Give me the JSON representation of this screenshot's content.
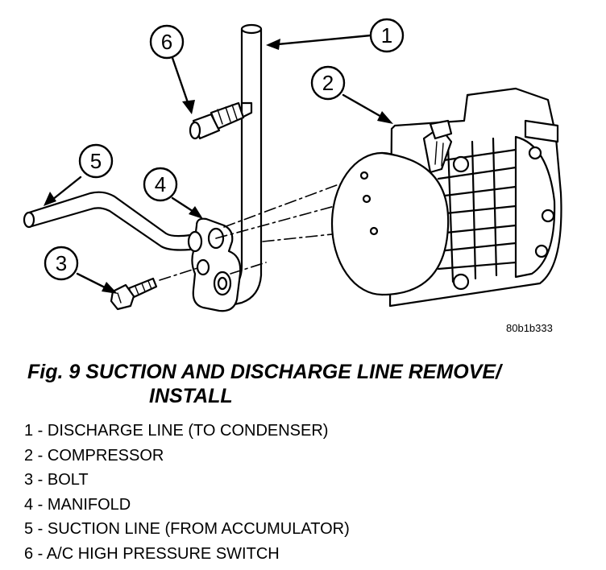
{
  "figure": {
    "image_code": "80b1b333",
    "title_line1": "Fig. 9 SUCTION AND DISCHARGE LINE REMOVE/",
    "title_line2": "INSTALL"
  },
  "callouts": [
    "1",
    "2",
    "3",
    "4",
    "5",
    "6"
  ],
  "legend": [
    "1 - DISCHARGE LINE (TO CONDENSER)",
    "2 - COMPRESSOR",
    "3 - BOLT",
    "4 - MANIFOLD",
    "5 - SUCTION LINE (FROM ACCUMULATOR)",
    "6 - A/C HIGH PRESSURE SWITCH"
  ]
}
